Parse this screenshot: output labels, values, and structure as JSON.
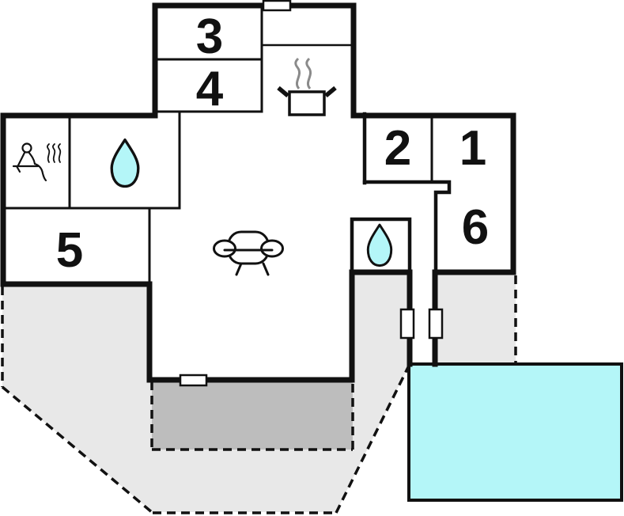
{
  "floorplan": {
    "type": "house-floor-plan",
    "rooms": [
      {
        "label": "3"
      },
      {
        "label": "4"
      },
      {
        "label": "2"
      },
      {
        "label": "1"
      },
      {
        "label": "6"
      },
      {
        "label": "5"
      }
    ],
    "icons": {
      "sauna": "sauna-person-with-steam",
      "shower_left": "water-drop",
      "shower_bottom": "water-drop",
      "stove": "cooking-pot-with-steam",
      "sofa": "sofa",
      "pool": "swimming-pool"
    },
    "colors": {
      "wall": "#111111",
      "water": "#b4f6f8",
      "terrace_light": "#e8e8e8",
      "terrace_dark": "#bdbdbd",
      "steam": "#8a8a8a",
      "background": "#ffffff"
    }
  }
}
